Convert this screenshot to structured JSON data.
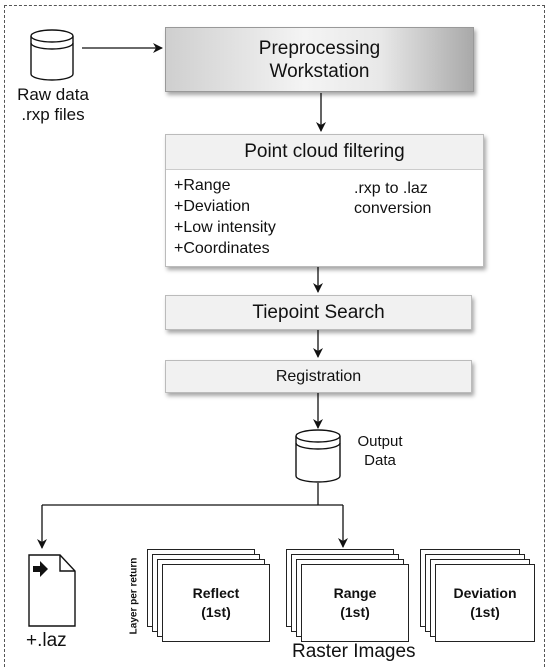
{
  "raw_data": {
    "label_line1": "Raw data",
    "label_line2": ".rxp files"
  },
  "preprocessing": {
    "line1": "Preprocessing",
    "line2": "Workstation"
  },
  "filtering": {
    "title": "Point cloud filtering",
    "items": [
      "+Range",
      "+Deviation",
      "+Low intensity",
      "+Coordinates"
    ],
    "conversion_line1": ".rxp to .laz",
    "conversion_line2": "conversion"
  },
  "tiepoint": {
    "label": "Tiepoint Search"
  },
  "registration": {
    "label": "Registration"
  },
  "output": {
    "line1": "Output",
    "line2": "Data"
  },
  "laz": {
    "label": "+.laz"
  },
  "raster": {
    "layer_label": "Layer per return",
    "caption": "Raster Images",
    "stacks": [
      {
        "name": "Reflect",
        "sub": "(1st)"
      },
      {
        "name": "Range",
        "sub": "(1st)"
      },
      {
        "name": "Deviation",
        "sub": "(1st)"
      }
    ]
  },
  "colors": {
    "line": "#111111",
    "box_fill": "#f1f1f1",
    "gradient_dark": "#b5b5b5"
  }
}
